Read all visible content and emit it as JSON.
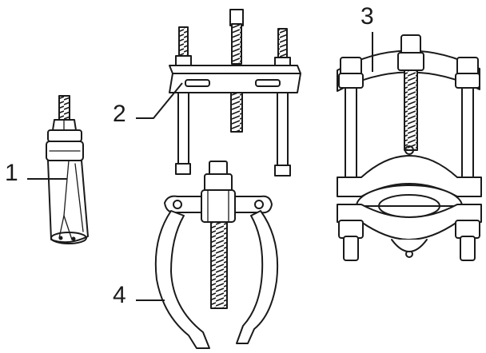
{
  "labels": {
    "tool_1": "1",
    "tool_2": "2",
    "tool_3": "3",
    "tool_4": "4"
  },
  "colors": {
    "line": "#1a1a1a",
    "background": "#ffffff"
  }
}
